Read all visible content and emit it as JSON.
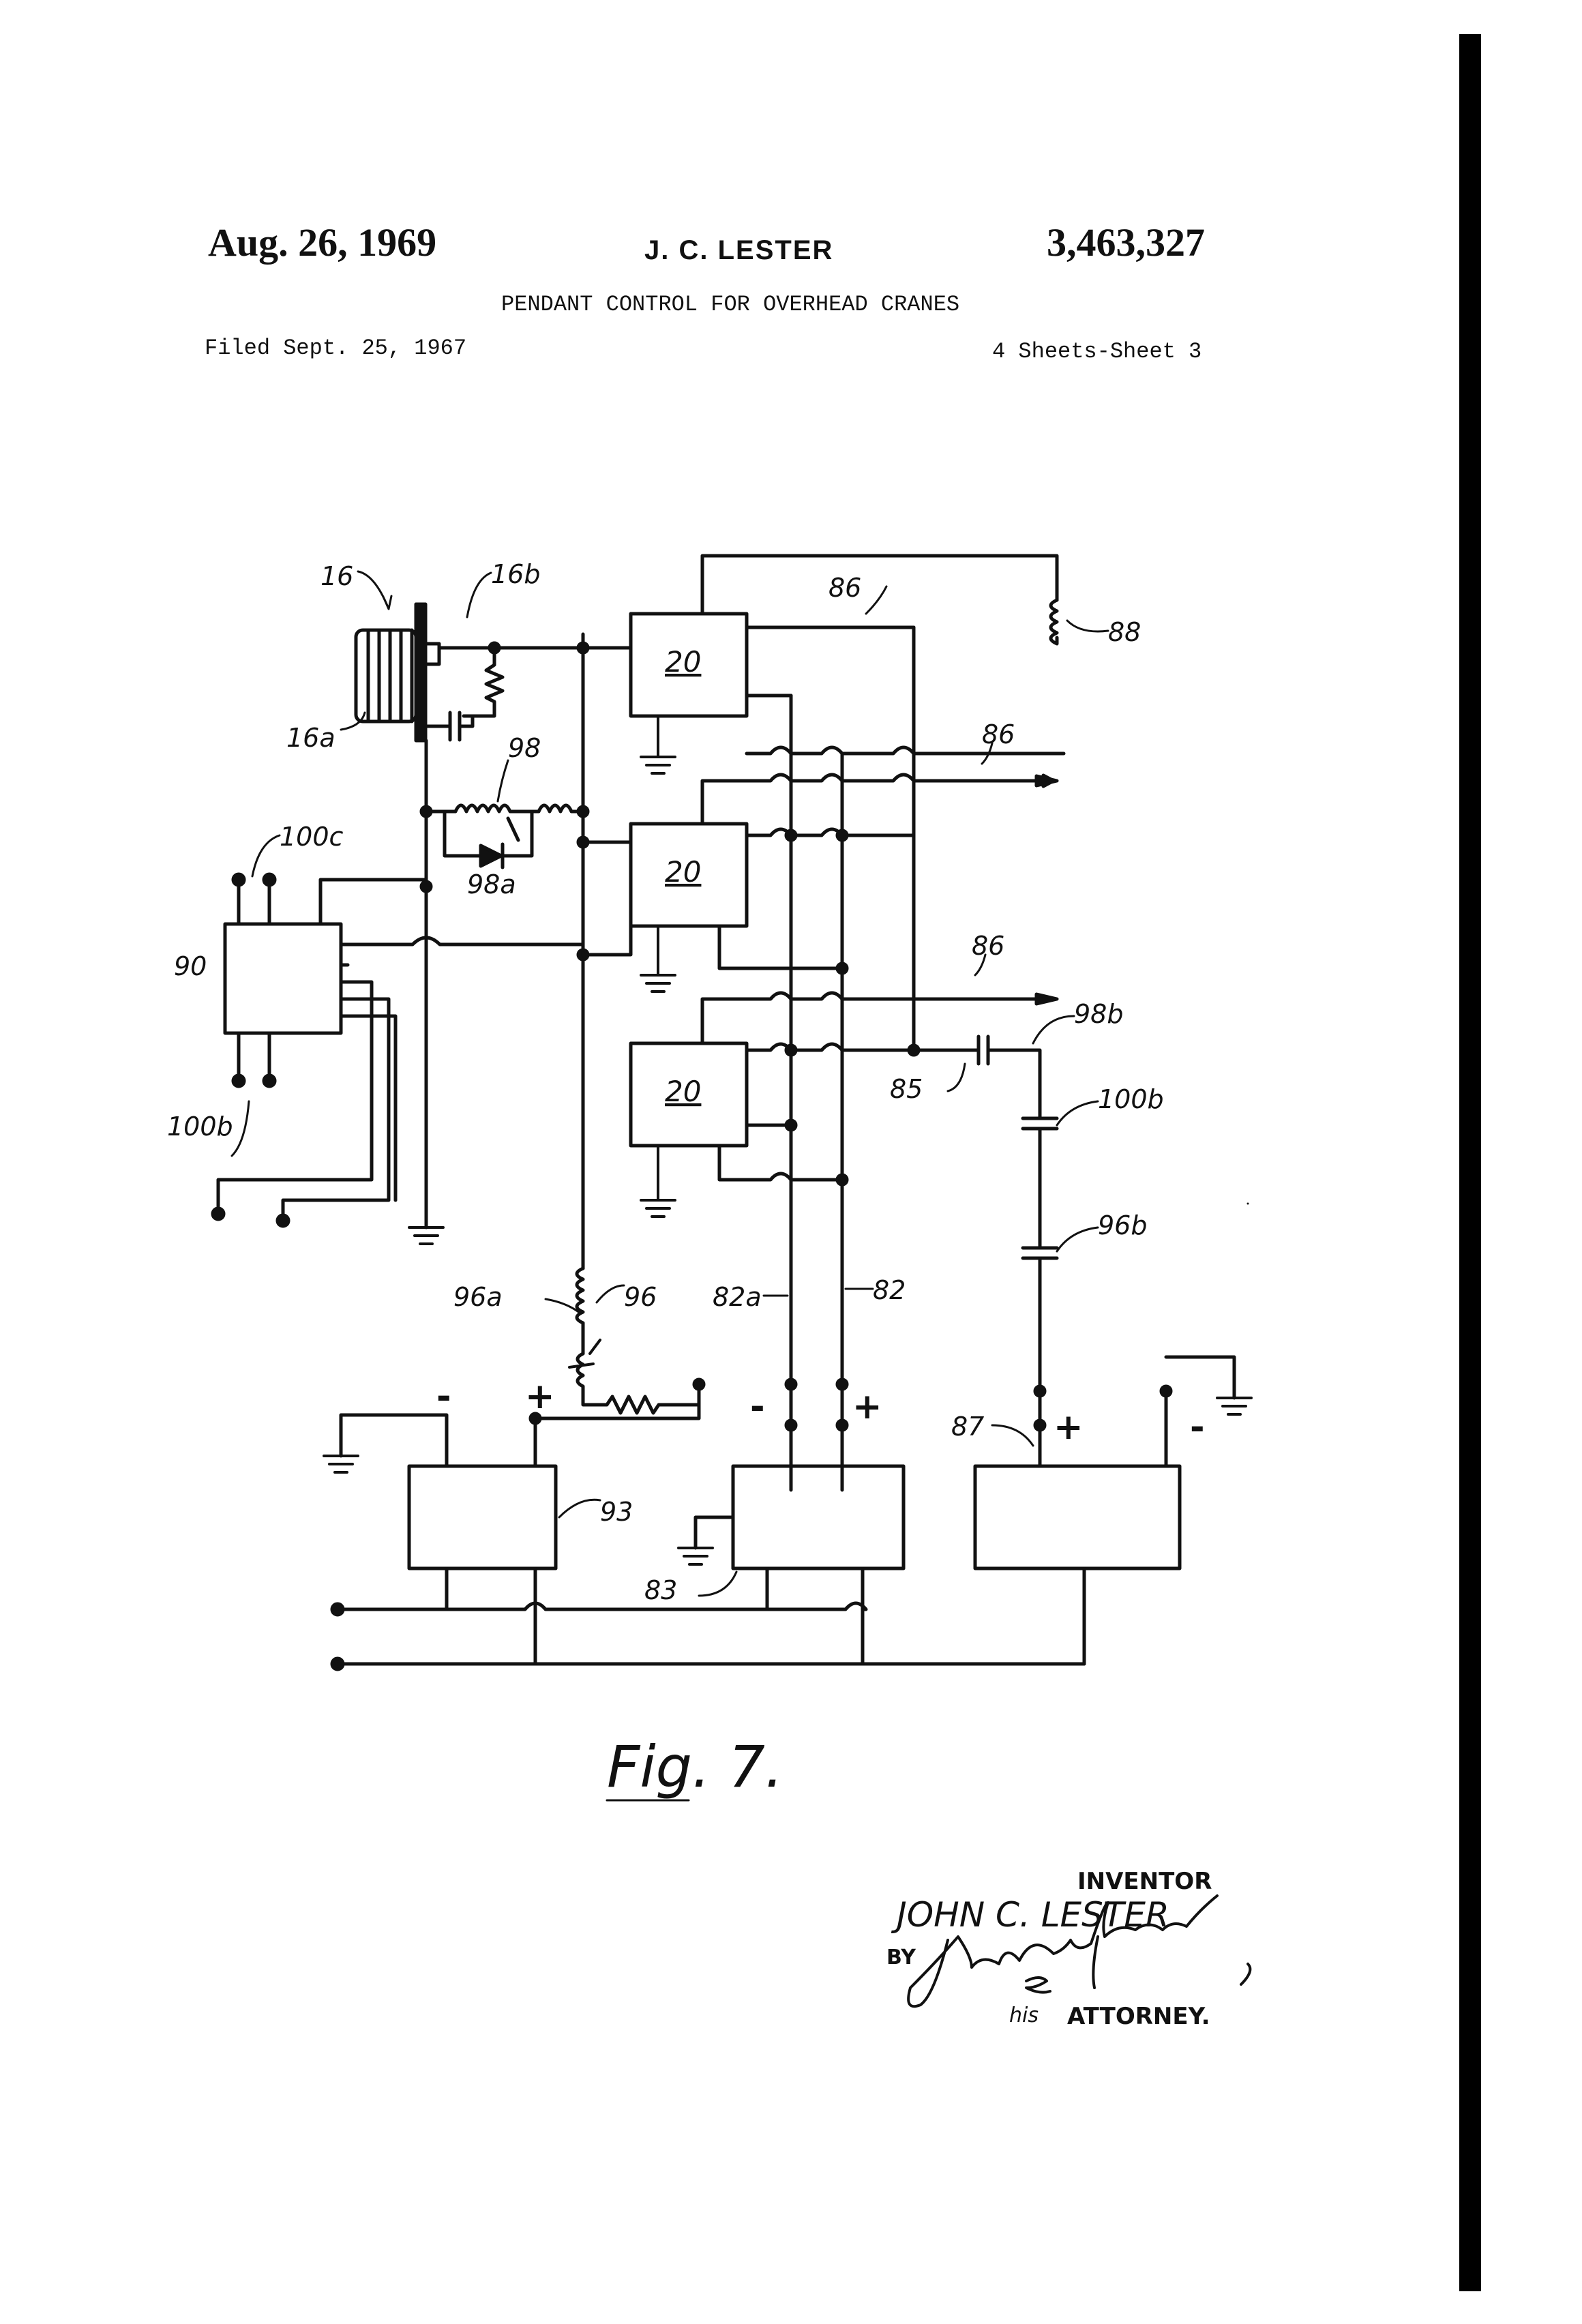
{
  "header": {
    "date": "Aug. 26, 1969",
    "inventor": "J. C. LESTER",
    "patent_number": "3,463,327",
    "title": "PENDANT CONTROL FOR OVERHEAD CRANES",
    "filed": "Filed Sept. 25, 1967",
    "sheets": "4 Sheets-Sheet 3"
  },
  "figure": {
    "caption": "Fig. 7.",
    "labels": {
      "l16": "16",
      "l16a": "16a",
      "l16b": "16b",
      "l20a": "20",
      "l20b": "20",
      "l20c": "20",
      "l82": "82",
      "l82a": "82a",
      "l83": "83",
      "l85": "85",
      "l86a": "86",
      "l86b": "86",
      "l86c": "86",
      "l87": "87",
      "l88": "88",
      "l90": "90",
      "l93": "93",
      "l96": "96",
      "l96a": "96a",
      "l96b": "96b",
      "l98": "98",
      "l98a": "98a",
      "l98b": "98b",
      "l100b": "100b",
      "l100b_left": "100b",
      "l100c": "100c"
    },
    "polarity": {
      "minus93": "-",
      "plus93": "+",
      "minus83": "-",
      "plus83": "+",
      "plus87": "+",
      "minus87": "-"
    }
  },
  "signature_block": {
    "inventor_heading": "INVENTOR",
    "inventor_name": "JOHN C. LESTER",
    "by": "BY",
    "signature": "John H. Leonard",
    "attorney": "ATTORNEY."
  }
}
